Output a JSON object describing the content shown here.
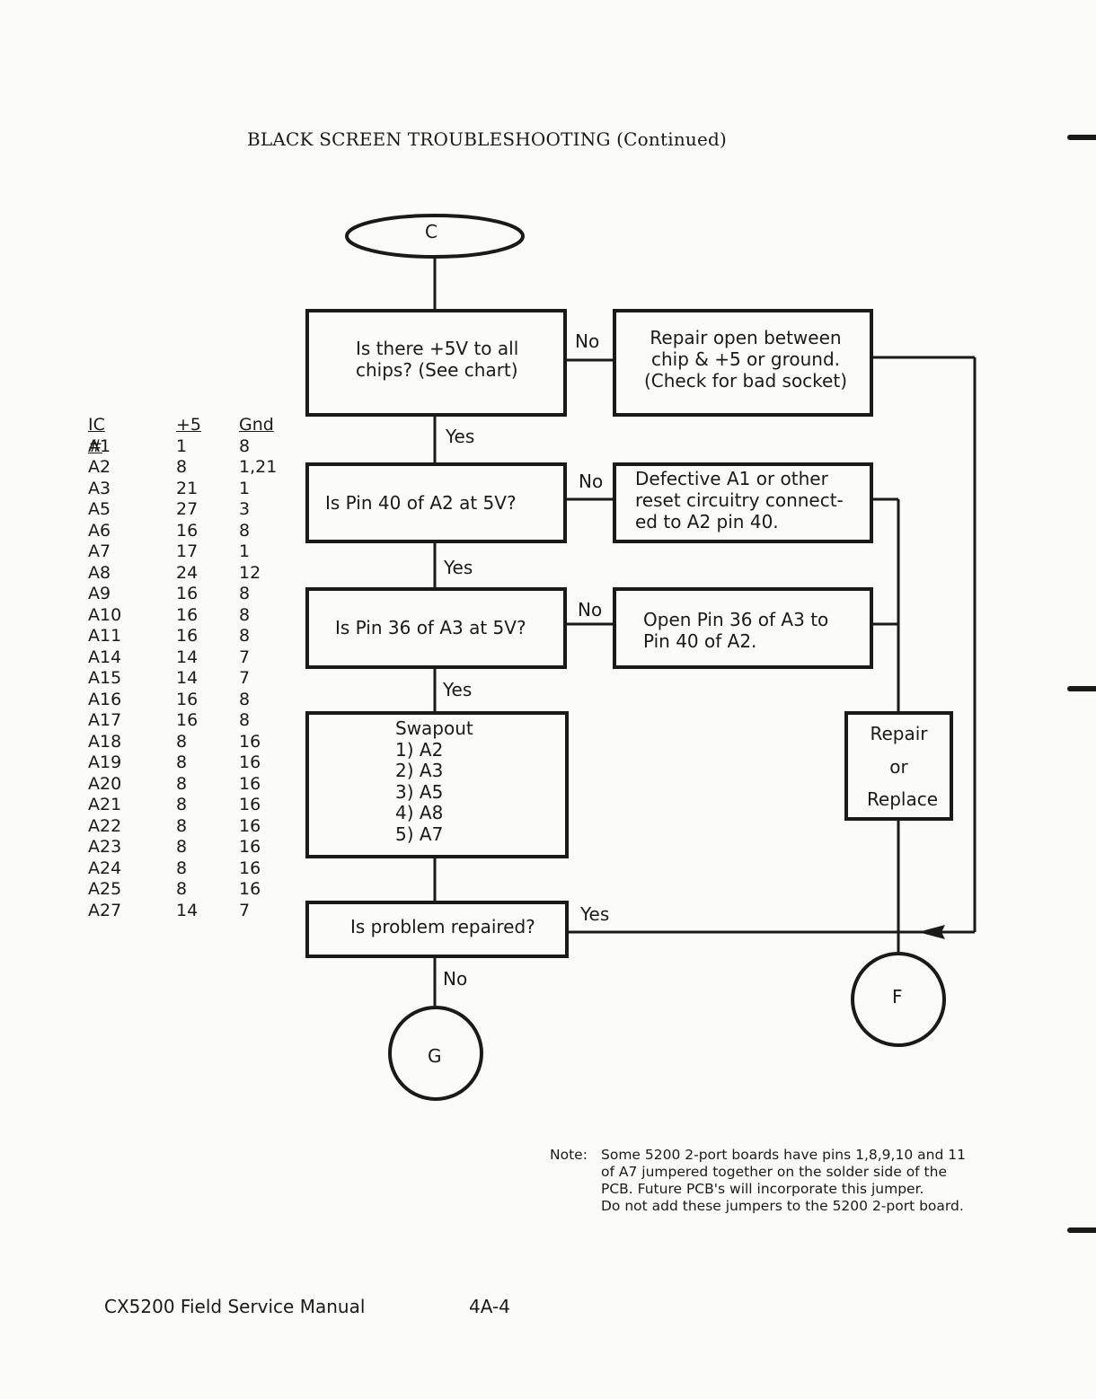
{
  "page": {
    "title": "BLACK SCREEN TROUBLESHOOTING (Continued)",
    "footer": "CX5200 Field Service Manual",
    "page_number": "4A-4"
  },
  "ic_table": {
    "headers": [
      "IC #",
      "+5",
      "Gnd"
    ],
    "rows": [
      [
        "A1",
        "1",
        "8"
      ],
      [
        "A2",
        "8",
        "1,21"
      ],
      [
        "A3",
        "21",
        "1"
      ],
      [
        "A5",
        "27",
        "3"
      ],
      [
        "A6",
        "16",
        "8"
      ],
      [
        "A7",
        "17",
        "1"
      ],
      [
        "A8",
        "24",
        "12"
      ],
      [
        "A9",
        "16",
        "8"
      ],
      [
        "A10",
        "16",
        "8"
      ],
      [
        "A11",
        "16",
        "8"
      ],
      [
        "A14",
        "14",
        "7"
      ],
      [
        "A15",
        "14",
        "7"
      ],
      [
        "A16",
        "16",
        "8"
      ],
      [
        "A17",
        "16",
        "8"
      ],
      [
        "A18",
        "8",
        "16"
      ],
      [
        "A19",
        "8",
        "16"
      ],
      [
        "A20",
        "8",
        "16"
      ],
      [
        "A21",
        "8",
        "16"
      ],
      [
        "A22",
        "8",
        "16"
      ],
      [
        "A23",
        "8",
        "16"
      ],
      [
        "A24",
        "8",
        "16"
      ],
      [
        "A25",
        "8",
        "16"
      ],
      [
        "A27",
        "14",
        "7"
      ]
    ]
  },
  "flowchart": {
    "start": "C",
    "q1": "Is there +5V to all\nchips? (See chart)",
    "q1_action": "Repair open between\nchip & +5 or ground.\n(Check for bad socket)",
    "q2": "Is Pin 40 of A2 at 5V?",
    "q2_action": "Defective A1 or other\nreset circuitry connect-\ned to A2 pin 40.",
    "q3": "Is Pin 36 of A3 at 5V?",
    "q3_action": "Open Pin 36 of A3 to\nPin 40 of A2.",
    "swapout": "Swapout\n1) A2\n2) A3\n3) A5\n4) A8\n5) A7",
    "repair": {
      "line1": "Repair",
      "line2": "or",
      "line3": "Replace"
    },
    "q4": "Is problem repaired?",
    "end_g": "G",
    "end_f": "F",
    "labels": {
      "yes": "Yes",
      "no": "No"
    }
  },
  "note": {
    "label": "Note:",
    "text": "Some 5200 2-port boards have pins 1,8,9,10 and 11\nof A7 jumpered together on the solder side of the\nPCB.  Future PCB's will incorporate this jumper.\nDo not add these jumpers to the 5200 2-port board."
  }
}
